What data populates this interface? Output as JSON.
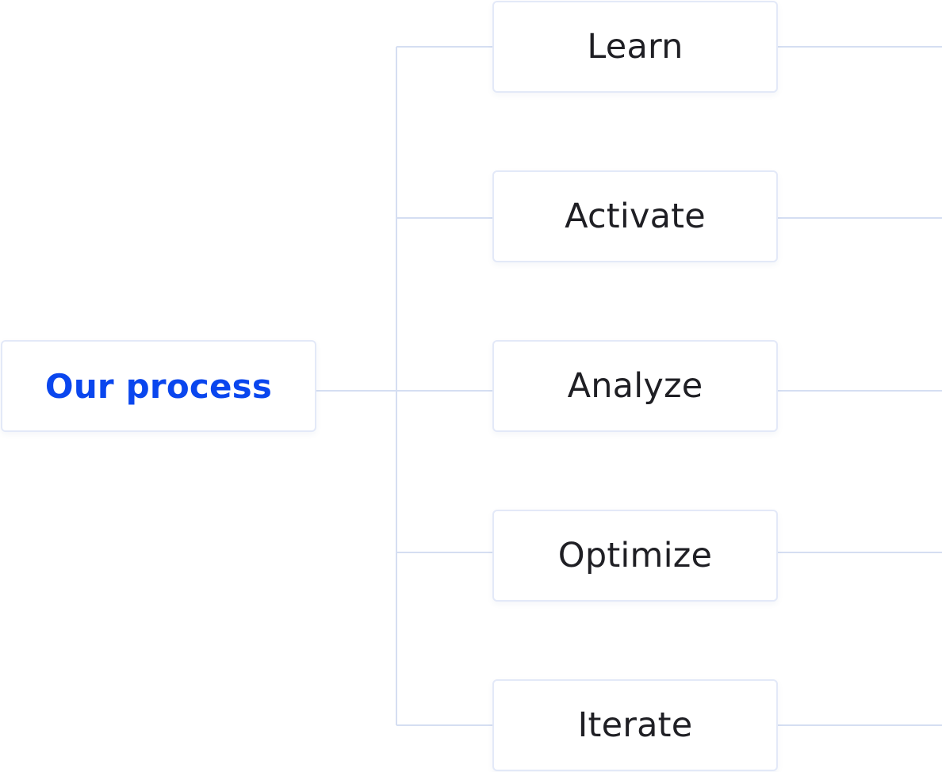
{
  "diagram": {
    "root": {
      "label": "Our process",
      "color": "#0a46ee"
    },
    "steps": [
      {
        "label": "Learn"
      },
      {
        "label": "Activate"
      },
      {
        "label": "Analyze"
      },
      {
        "label": "Optimize"
      },
      {
        "label": "Iterate"
      }
    ],
    "connector_color": "#d5def2"
  }
}
